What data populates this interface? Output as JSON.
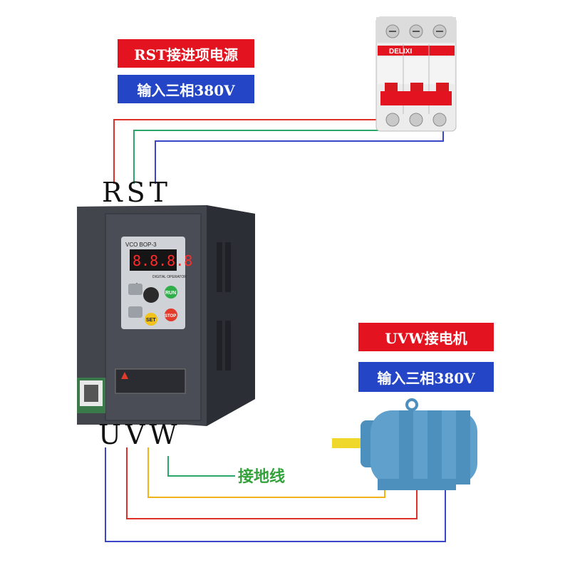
{
  "labels": {
    "rst_input": "RST接进项电源",
    "input_three_phase_top": "输入三相380V",
    "uvw_motor": "UVW接电机",
    "input_three_phase_bottom": "输入三相380V",
    "ground": "接地线"
  },
  "terminals": {
    "input": "RST",
    "output": "UVW"
  },
  "breaker": {
    "brand": "DELIXI"
  },
  "inverter": {
    "model": "VCO BOP-3",
    "display": "8.8.8.8",
    "operator_label": "DIGITAL OPERATOR",
    "buttons": {
      "run": "RUN",
      "stop": "STOP",
      "set": "SET"
    }
  },
  "colors": {
    "red_label": "#e3141f",
    "blue_label": "#2446c6",
    "wire_red": "#e0302a",
    "wire_green": "#2aa86a",
    "wire_blue": "#3a46c8",
    "wire_yellow": "#f2b21a",
    "ground_text": "#33a23a",
    "motor": "#5fa0cc"
  }
}
